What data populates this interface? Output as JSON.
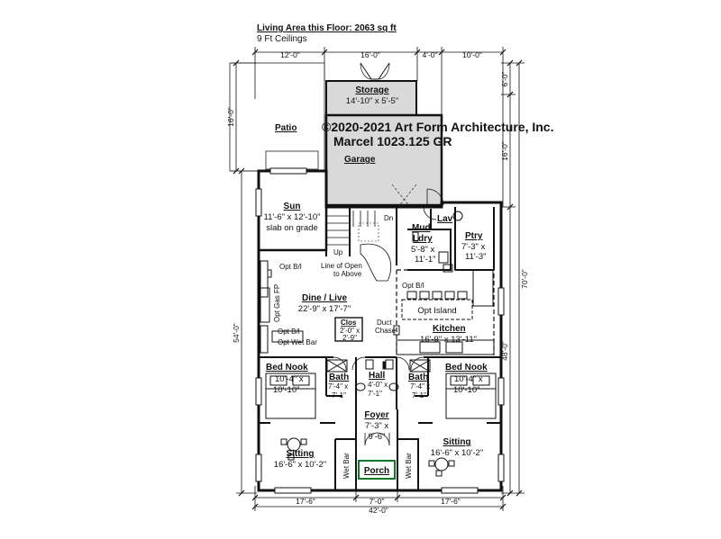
{
  "header": {
    "living_area": "Living Area this Floor: 2063 sq ft",
    "ceilings": "9 Ft Ceilings"
  },
  "watermark": {
    "line1": "©2020-2021 Art Form Architecture, Inc.",
    "line2": "Marcel  1023.125 GR"
  },
  "rooms": {
    "storage": {
      "name": "Storage",
      "size": "14'-10\" x 5'-5\""
    },
    "patio": {
      "name": "Patio"
    },
    "garage": {
      "name": "Garage"
    },
    "sun": {
      "name": "Sun",
      "size": "11'-6\" x 12'-10\"",
      "note": "slab on grade"
    },
    "mud": {
      "name": "Mud",
      "size_a": "5'-8\" x",
      "size_b": "11'-1\""
    },
    "ldry": {
      "name": "Ldry"
    },
    "lav": {
      "name": "Lav"
    },
    "ptry": {
      "name": "Ptry",
      "size_a": "7'-3\" x",
      "size_b": "11'-3\""
    },
    "dine_live": {
      "name": "Dine / Live",
      "size": "22'-9\" x 17'-7\""
    },
    "kitchen": {
      "name": "Kitchen",
      "size": "16'-9\" x 13'-11\""
    },
    "clos": {
      "name": "Clos",
      "size_a": "2'-0\" x",
      "size_b": "2'-9\""
    },
    "bed_nook_left": {
      "name": "Bed Nook",
      "size_a": "10'-4\" x",
      "size_b": "10'-10\""
    },
    "bed_nook_right": {
      "name": "Bed Nook",
      "size_a": "10'-4\" x",
      "size_b": "10'-10\""
    },
    "bath_left": {
      "name": "Bath",
      "size_a": "7'-4\" x",
      "size_b": "7'-1\""
    },
    "bath_right": {
      "name": "Bath",
      "size_a": "7'-4\" x",
      "size_b": "7'-1\""
    },
    "hall": {
      "name": "Hall",
      "size_a": "4'-0\" x",
      "size_b": "7'-1\""
    },
    "foyer": {
      "name": "Foyer",
      "size_a": "7'-3\" x",
      "size_b": "9'-6\""
    },
    "sitting_left": {
      "name": "Sitting",
      "size": "16'-6\" x 10'-2\""
    },
    "sitting_right": {
      "name": "Sitting",
      "size": "16'-6\" x 10'-2\""
    },
    "porch": {
      "name": "Porch"
    }
  },
  "notes": {
    "dn": "Dn",
    "up": "Up",
    "opt_bi_1": "Opt B/I",
    "line_open_1": "Line of Open",
    "line_open_2": "to Above",
    "opt_gas_fp": "Opt Gas FP",
    "opt_bi_2": "Opt B/I",
    "opt_wet_bar": "Opt Wet Bar",
    "duct_1": "Duct",
    "duct_2": "Chase",
    "opt_bi_3": "Opt B/I",
    "opt_island": "Opt Island",
    "wet_bar_left": "Wet Bar",
    "wet_bar_right": "Wet Bar"
  },
  "dimensions": {
    "top": [
      "12'-0\"",
      "16'-0\"",
      "4'-0\"",
      "10'-0\""
    ],
    "bottom_segments": [
      "17'-6\"",
      "7'-0\"",
      "17'-6\""
    ],
    "bottom_total": "42'-0\"",
    "left_upper": "16'-0\"",
    "left_lower": "54'-0\"",
    "right_a": "6'-0\"",
    "right_b": "16'-0\"",
    "right_c": "48'-0\"",
    "right_total": "70'-0\""
  }
}
